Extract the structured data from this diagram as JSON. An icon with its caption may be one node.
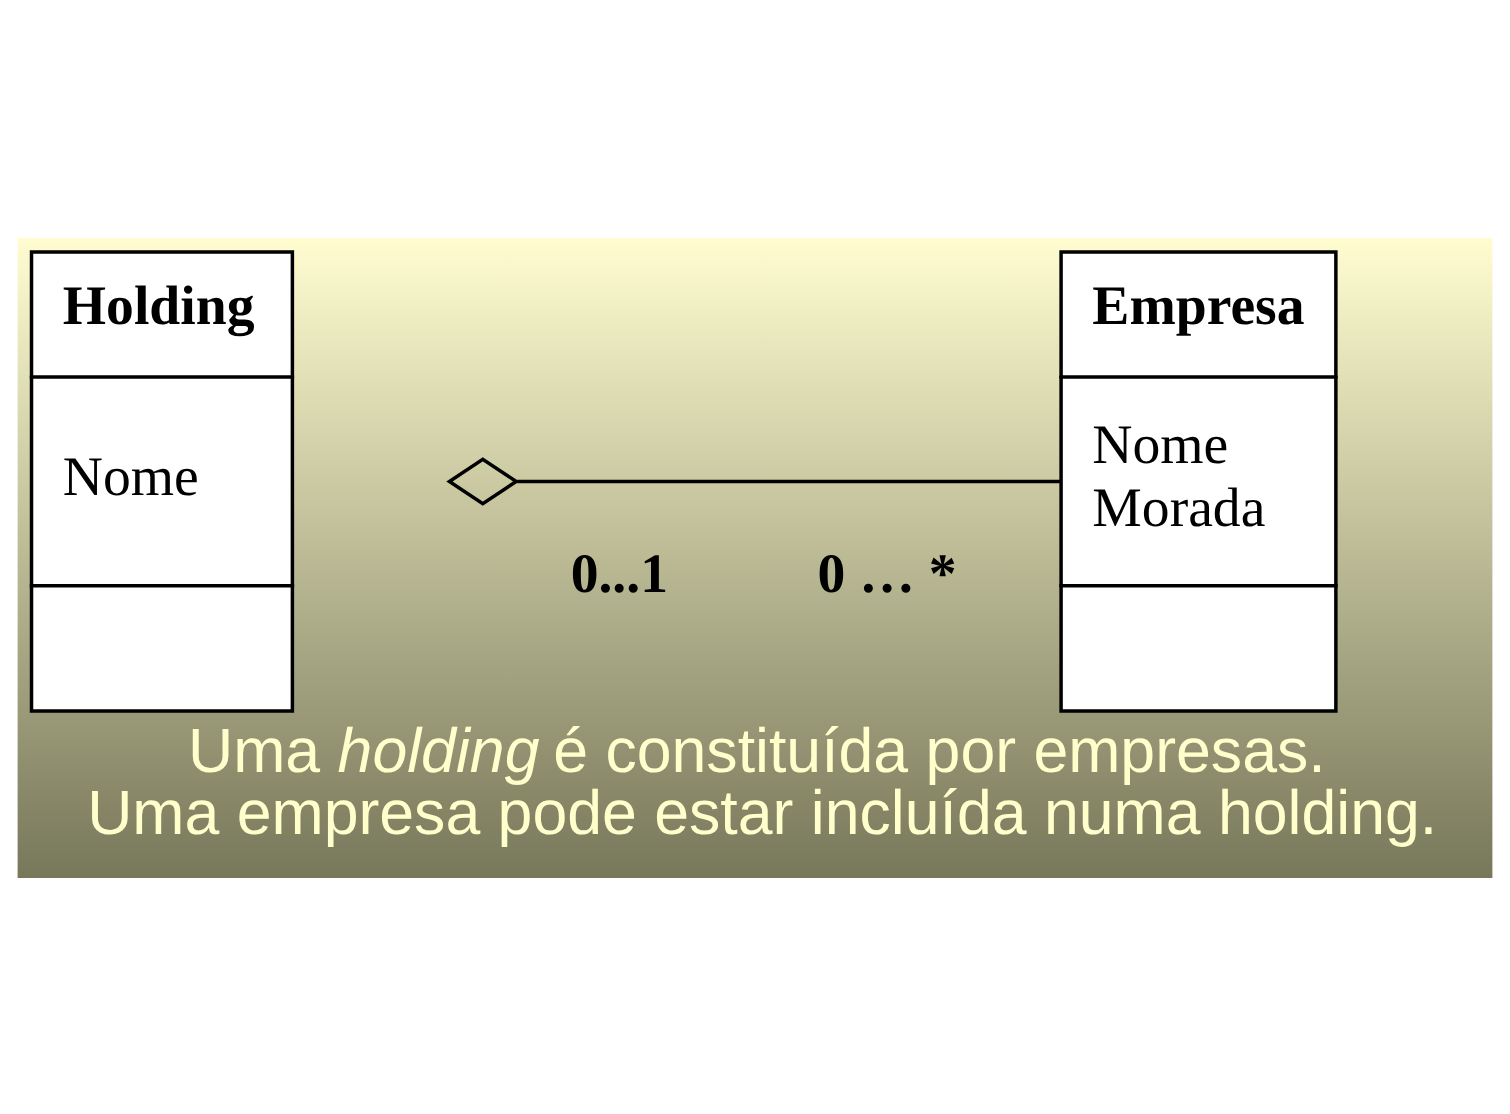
{
  "diagram": {
    "caption": "Uma *holding* é constituída por empresas. Uma empresa pode estar incluída numa holding.",
    "nodes": [
      {
        "text": [
          "Holding",
          "Nome"
        ]
      },
      {
        "text": [
          "Empresa",
          "Nome",
          "Morada"
        ]
      }
    ],
    "edges": [
      {
        "from": 0,
        "to": 1,
        "arrow": "other"
      }
    ],
    "labels": [
      "0...1",
      "0 … *"
    ]
  }
}
